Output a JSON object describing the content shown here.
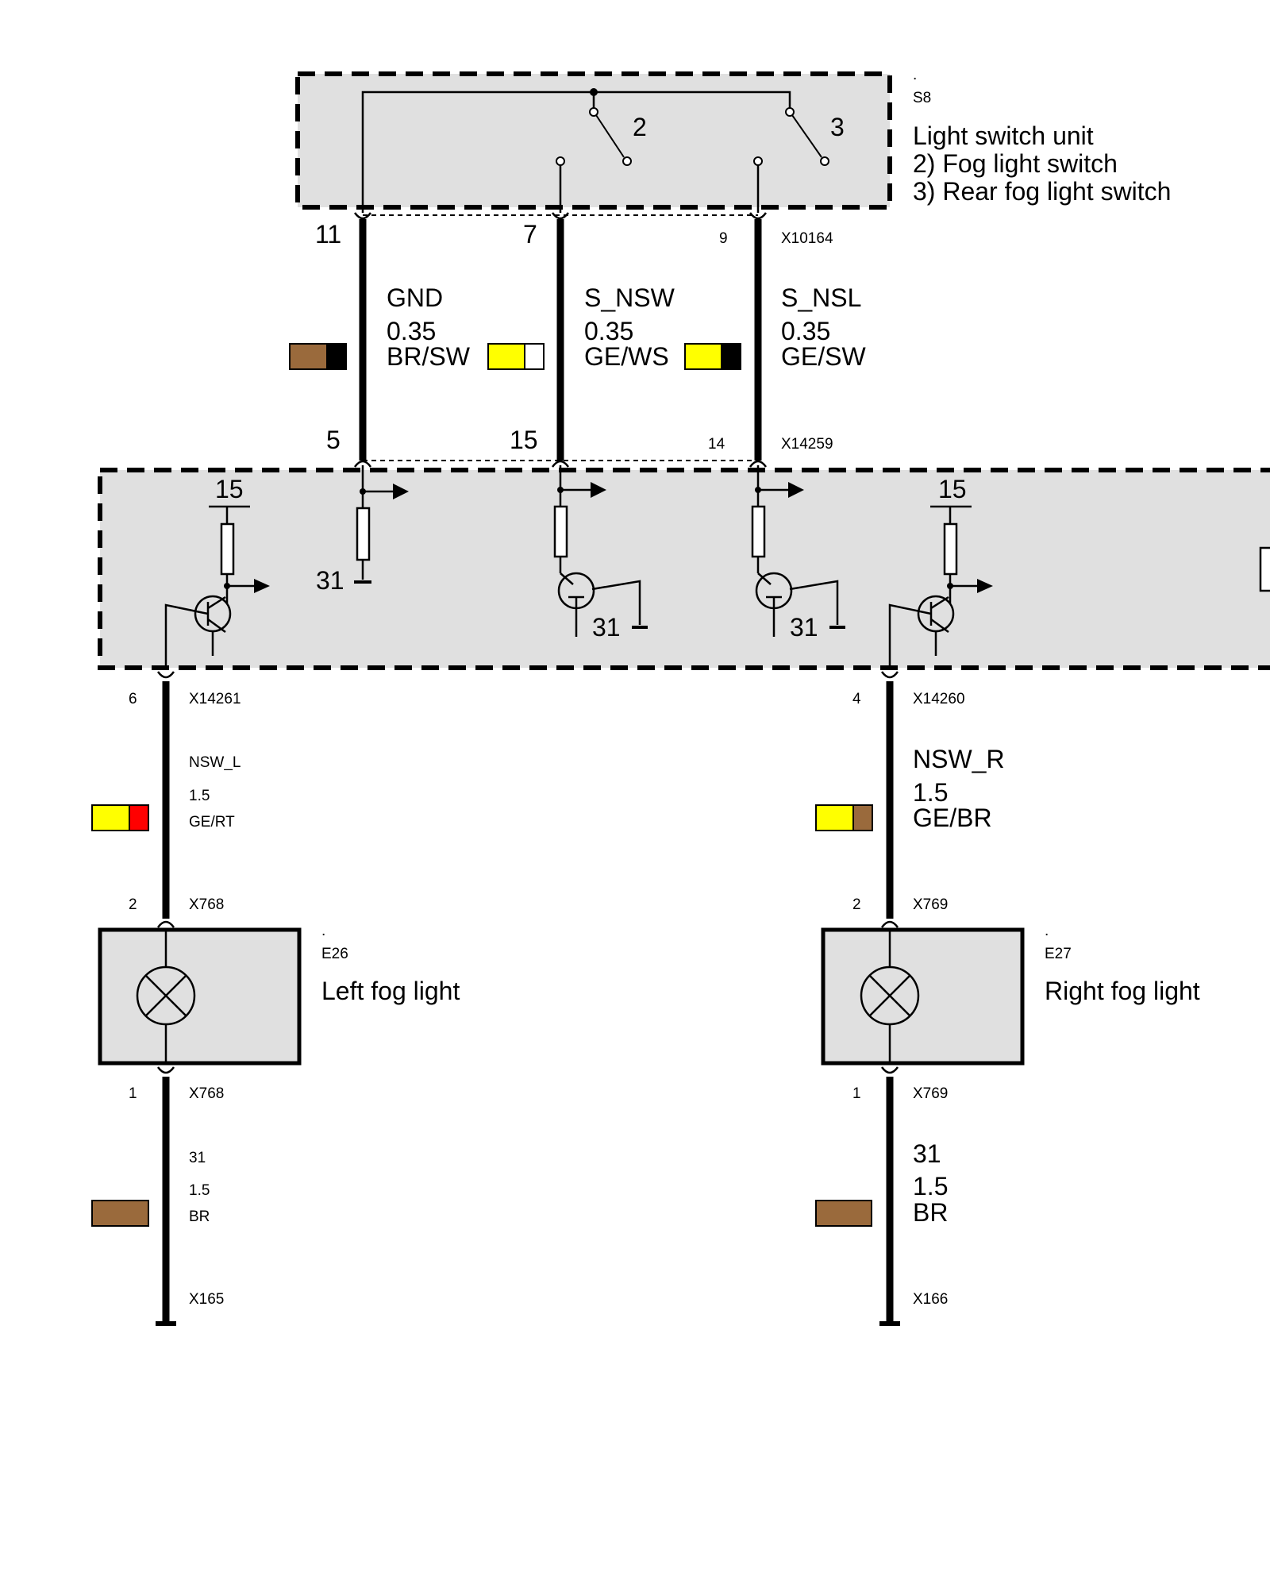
{
  "switch_unit": {
    "marker": ".",
    "ref": "S8",
    "title": "Light switch unit",
    "item2": "2) Fog light switch",
    "item3": "3) Rear fog light switch",
    "switch_label_2": "2",
    "switch_label_3": "3"
  },
  "upper_connector": {
    "id": "X10164",
    "pins": [
      "11",
      "7",
      "9"
    ]
  },
  "lower_connector": {
    "id": "X14259",
    "pins": [
      "5",
      "15",
      "14"
    ]
  },
  "upper_wires": [
    {
      "signal": "GND",
      "size": "0.35",
      "color_code": "BR/SW",
      "colors": [
        "#9a6a3c",
        "#000000"
      ]
    },
    {
      "signal": "S_NSW",
      "size": "0.35",
      "color_code": "GE/WS",
      "colors": [
        "#ffff00",
        "#ffffff"
      ]
    },
    {
      "signal": "S_NSL",
      "size": "0.35",
      "color_code": "GE/SW",
      "colors": [
        "#ffff00",
        "#000000"
      ]
    }
  ],
  "module": {
    "supply_left": "15",
    "supply_right": "15",
    "ground_1": "31",
    "ground_2": "31",
    "ground_3": "31"
  },
  "left_branch": {
    "out_pin": "6",
    "out_connector": "X14261",
    "signal": "NSW_L",
    "size": "1.5",
    "color_code": "GE/RT",
    "colors": [
      "#ffff00",
      "#ff0000"
    ],
    "lamp_pin_top": "2",
    "lamp_connector_top": "X768",
    "lamp_marker": ".",
    "lamp_ref": "E26",
    "lamp_name": "Left fog light",
    "lamp_pin_bottom": "1",
    "lamp_connector_bottom": "X768",
    "gnd_signal": "31",
    "gnd_size": "1.5",
    "gnd_color_code": "BR",
    "gnd_color": "#9a6a3c",
    "ground_point": "X165"
  },
  "right_branch": {
    "out_pin": "4",
    "out_connector": "X14260",
    "signal": "NSW_R",
    "size": "1.5",
    "color_code": "GE/BR",
    "colors": [
      "#ffff00",
      "#9a6a3c"
    ],
    "lamp_pin_top": "2",
    "lamp_connector_top": "X769",
    "lamp_marker": ".",
    "lamp_ref": "E27",
    "lamp_name": "Right fog light",
    "lamp_pin_bottom": "1",
    "lamp_connector_bottom": "X769",
    "gnd_signal": "31",
    "gnd_size": "1.5",
    "gnd_color_code": "BR",
    "gnd_color": "#9a6a3c",
    "ground_point": "X166"
  }
}
